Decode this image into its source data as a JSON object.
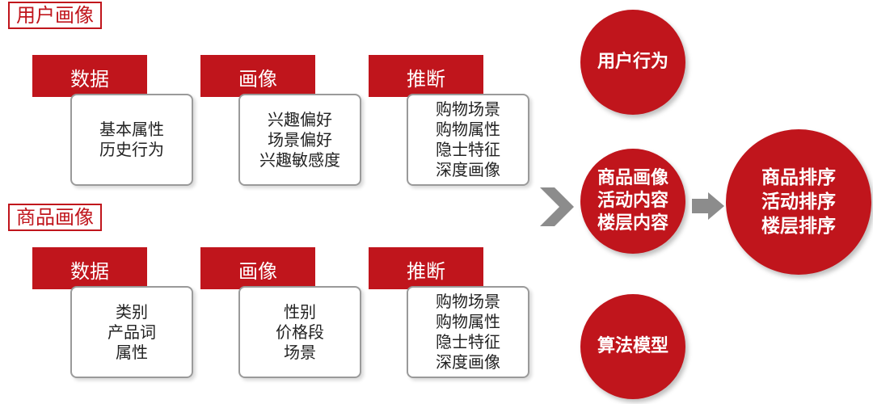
{
  "colors": {
    "accent": "#c0151c",
    "card_border": "#9a9a9a",
    "arrow": "#8c8c8c"
  },
  "user_profile": {
    "title": "用户画像",
    "groups": [
      {
        "tag": "数据",
        "lines": [
          "基本属性",
          "历史行为"
        ]
      },
      {
        "tag": "画像",
        "lines": [
          "兴趣偏好",
          "场景偏好",
          "兴趣敏感度"
        ]
      },
      {
        "tag": "推断",
        "lines": [
          "购物场景",
          "购物属性",
          "隐士特征",
          "深度画像"
        ]
      }
    ]
  },
  "product_profile": {
    "title": "商品画像",
    "groups": [
      {
        "tag": "数据",
        "lines": [
          "类别",
          "产品词",
          "属性"
        ]
      },
      {
        "tag": "画像",
        "lines": [
          "性别",
          "价格段",
          "场景"
        ]
      },
      {
        "tag": "推断",
        "lines": [
          "购物场景",
          "购物属性",
          "隐士特征",
          "深度画像"
        ]
      }
    ]
  },
  "circles": {
    "user_behavior": [
      "用户行为"
    ],
    "product_activity": [
      "商品画像",
      "活动内容",
      "楼层内容"
    ],
    "algorithm": [
      "算法模型"
    ],
    "ranking": [
      "商品排序",
      "活动排序",
      "楼层排序"
    ]
  },
  "icons": {
    "chevron": "chevron-right-icon",
    "arrow": "arrow-right-icon"
  }
}
